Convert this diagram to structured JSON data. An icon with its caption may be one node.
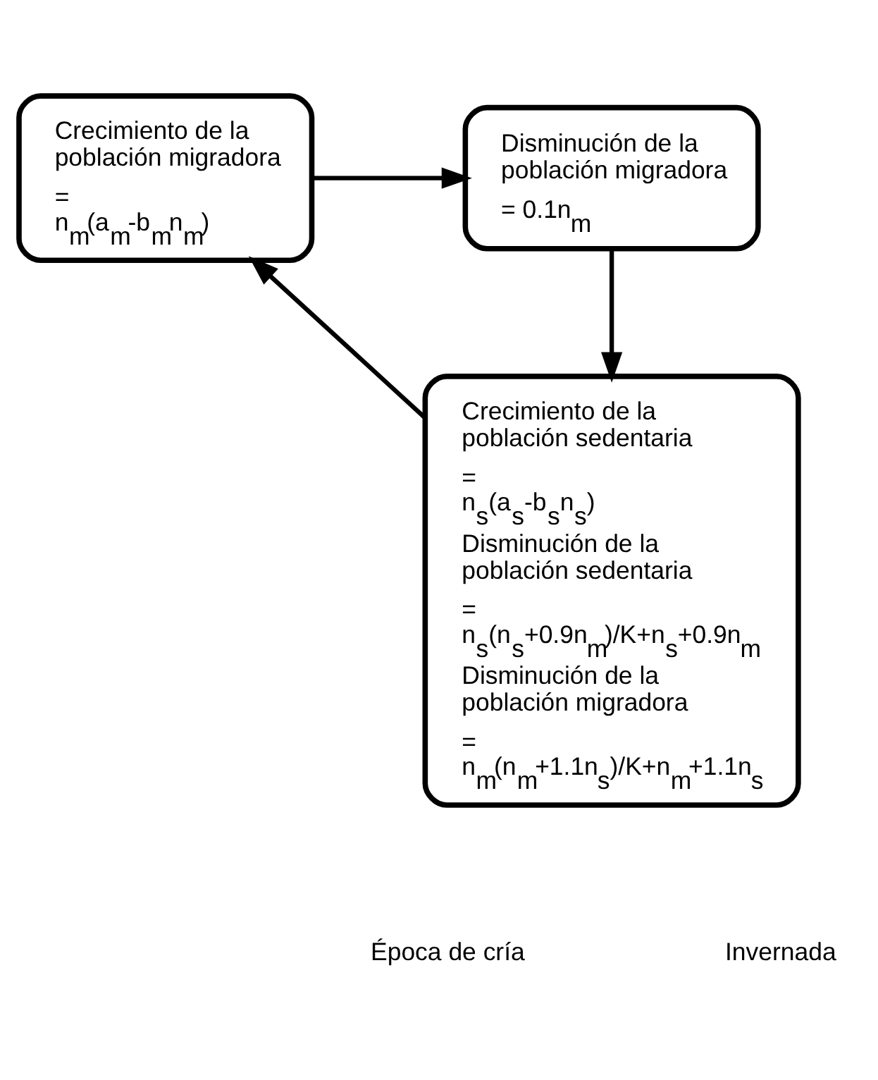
{
  "diagram": {
    "nodes": [
      {
        "text": [
          "Crecimiento de la población migradora",
          "= n$_{m}$(a$_{m}$-b$_{m}$n$_{m}$)"
        ]
      },
      {
        "text": [
          "Disminución de la población migradora",
          "= 0.1n$_{m}$"
        ]
      },
      {
        "text": [
          "Crecimiento de la población sedentaria",
          "= n$_{s}$(a$_{s}$-b$_{s}$n$_{s}$)",
          "Disminución de la población sedentaria",
          "= n$_{s}$(n$_{s}$+0.9n$_{m}$)/K+n$_{s}$+0.9n$_{m}$",
          "Disminución de la población migradora",
          "= n$_{m}$(n$_{m}$+1.1n$_{s}$)/K+n$_{m}$+1.1n$_{s}$"
        ]
      }
    ],
    "edges": [
      {
        "from": 0,
        "to": 1,
        "arrow": "to"
      },
      {
        "from": 1,
        "to": 2,
        "arrow": "to"
      },
      {
        "from": 2,
        "to": 0,
        "arrow": "to"
      }
    ],
    "labels": [
      "Época de cría",
      "Invernada"
    ]
  }
}
